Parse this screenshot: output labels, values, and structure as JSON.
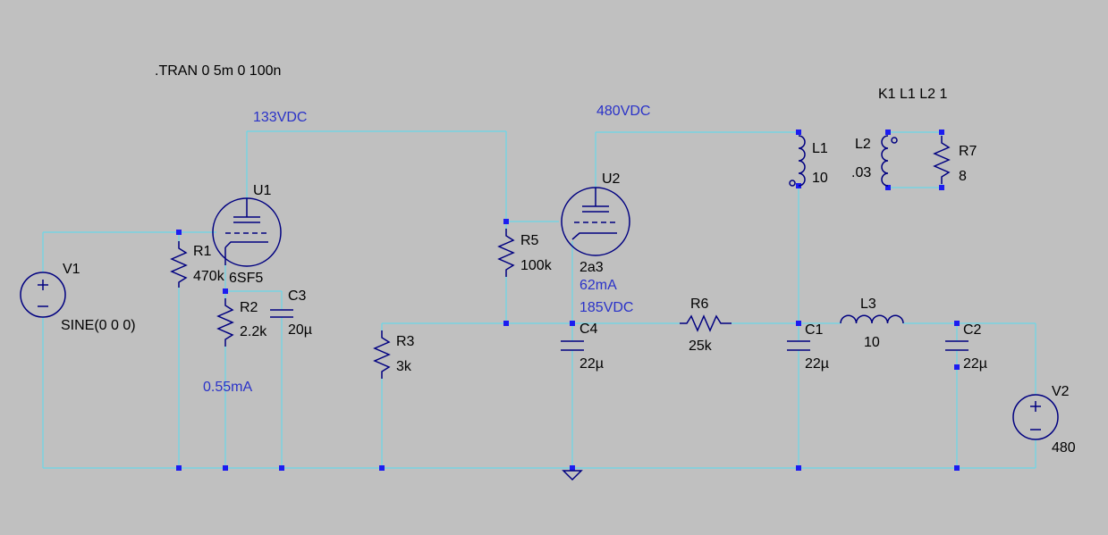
{
  "schematic": {
    "directive_tran": ".TRAN 0 5m 0 100n",
    "directive_coupling": "K1 L1 L2 1",
    "colors": {
      "background": "#c0c0c0",
      "wire": "#6ad7e8",
      "symbol": "#000080",
      "annotation": "#2a32c8",
      "node": "#1c1cf0"
    },
    "components": {
      "V1": {
        "name": "V1",
        "value": "SINE(0 0 0)"
      },
      "V2": {
        "name": "V2",
        "value": "480"
      },
      "U1": {
        "name": "U1",
        "value": "6SF5"
      },
      "U2": {
        "name": "U2",
        "value": "2a3"
      },
      "R1": {
        "name": "R1",
        "value": "470k"
      },
      "R2": {
        "name": "R2",
        "value": "2.2k"
      },
      "R3": {
        "name": "R3",
        "value": "3k"
      },
      "R5": {
        "name": "R5",
        "value": "100k"
      },
      "R6": {
        "name": "R6",
        "value": "25k"
      },
      "R7": {
        "name": "R7",
        "value": "8"
      },
      "C1": {
        "name": "C1",
        "value": "22µ"
      },
      "C2": {
        "name": "C2",
        "value": "22µ"
      },
      "C3": {
        "name": "C3",
        "value": "20µ"
      },
      "C4": {
        "name": "C4",
        "value": "22µ"
      },
      "L1": {
        "name": "L1",
        "value": "10"
      },
      "L2": {
        "name": "L2",
        "value": ".03"
      },
      "L3": {
        "name": "L3",
        "value": "10"
      }
    },
    "annotations": {
      "u1_plate_voltage": "133VDC",
      "u2_plate_voltage": "480VDC",
      "u2_current": "62mA",
      "u2_grid_node_voltage": "185VDC",
      "u1_cathode_current": "0.55mA"
    }
  }
}
